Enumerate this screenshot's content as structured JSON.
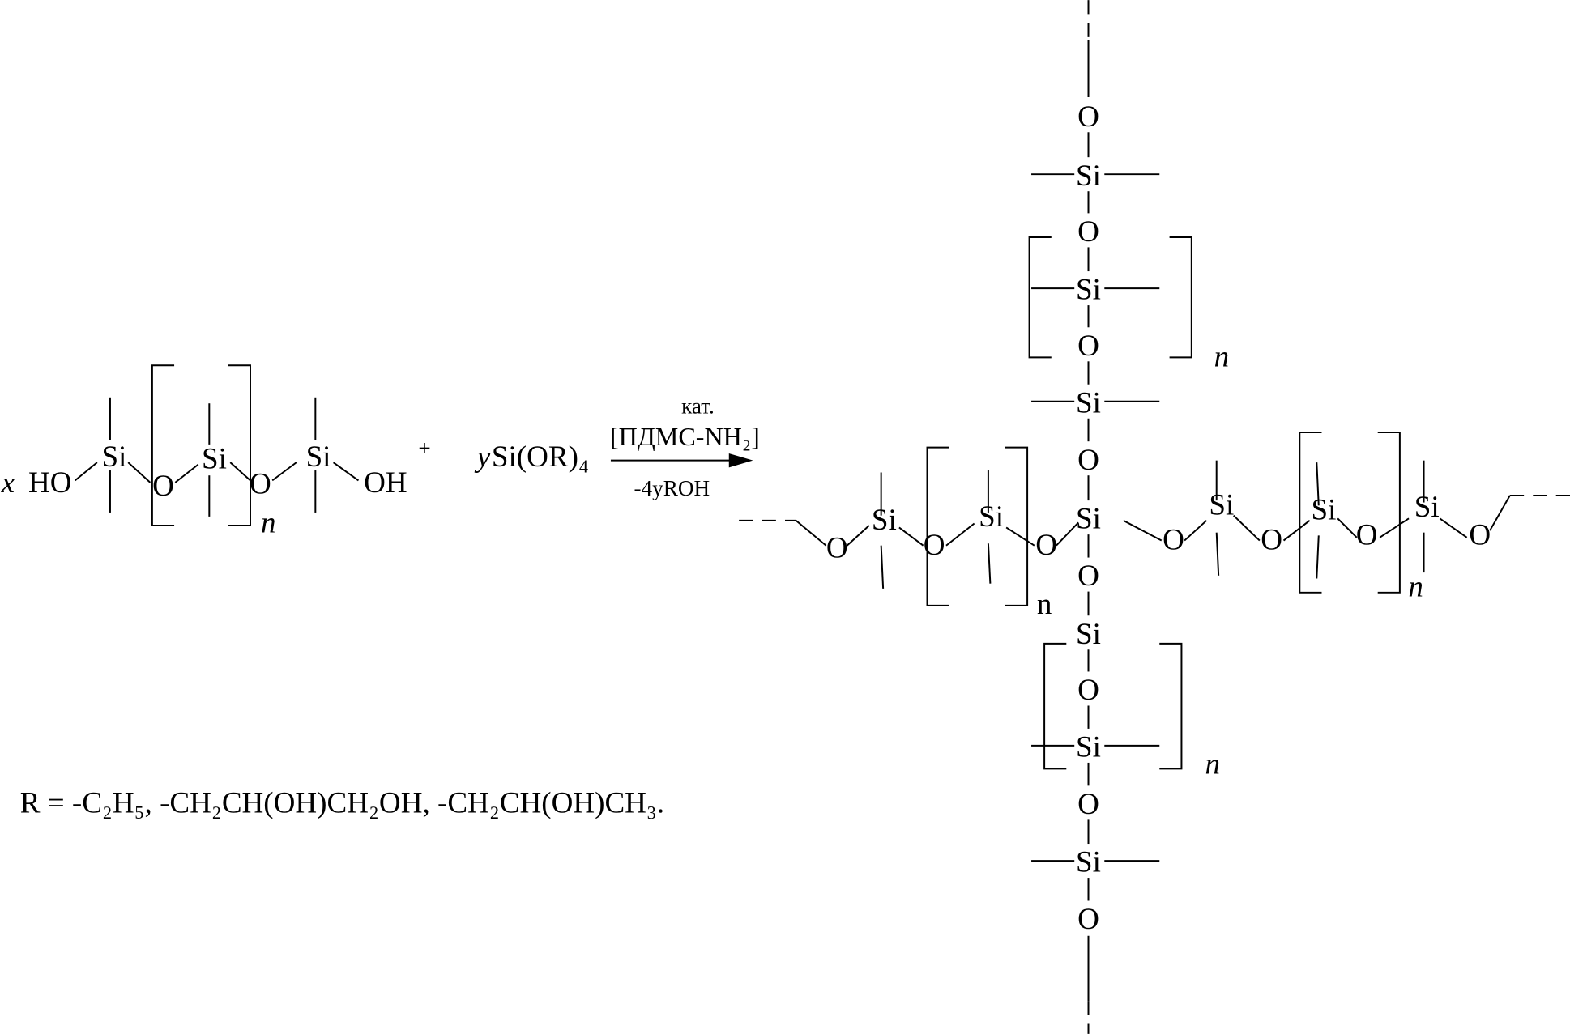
{
  "atoms": {
    "si": "Si",
    "o": "O",
    "ho": "HO",
    "oh": "OH",
    "n": "n"
  },
  "reactant": {
    "coef_x": "x",
    "plus": "+",
    "coef_y": "y",
    "silicate": "Si(OR)₄"
  },
  "arrow": {
    "catalyst_label": "кат.",
    "catalyst": "[ПДМС-NH₂]",
    "byproduct": "-4yROH"
  },
  "legend": {
    "r_definition": "R = -C₂H₅, -CH₂CH(OH)CH₂OH, -CH₂CH(OH)CH₃."
  },
  "colors": {
    "ink": "#000000",
    "background": "#ffffff"
  }
}
